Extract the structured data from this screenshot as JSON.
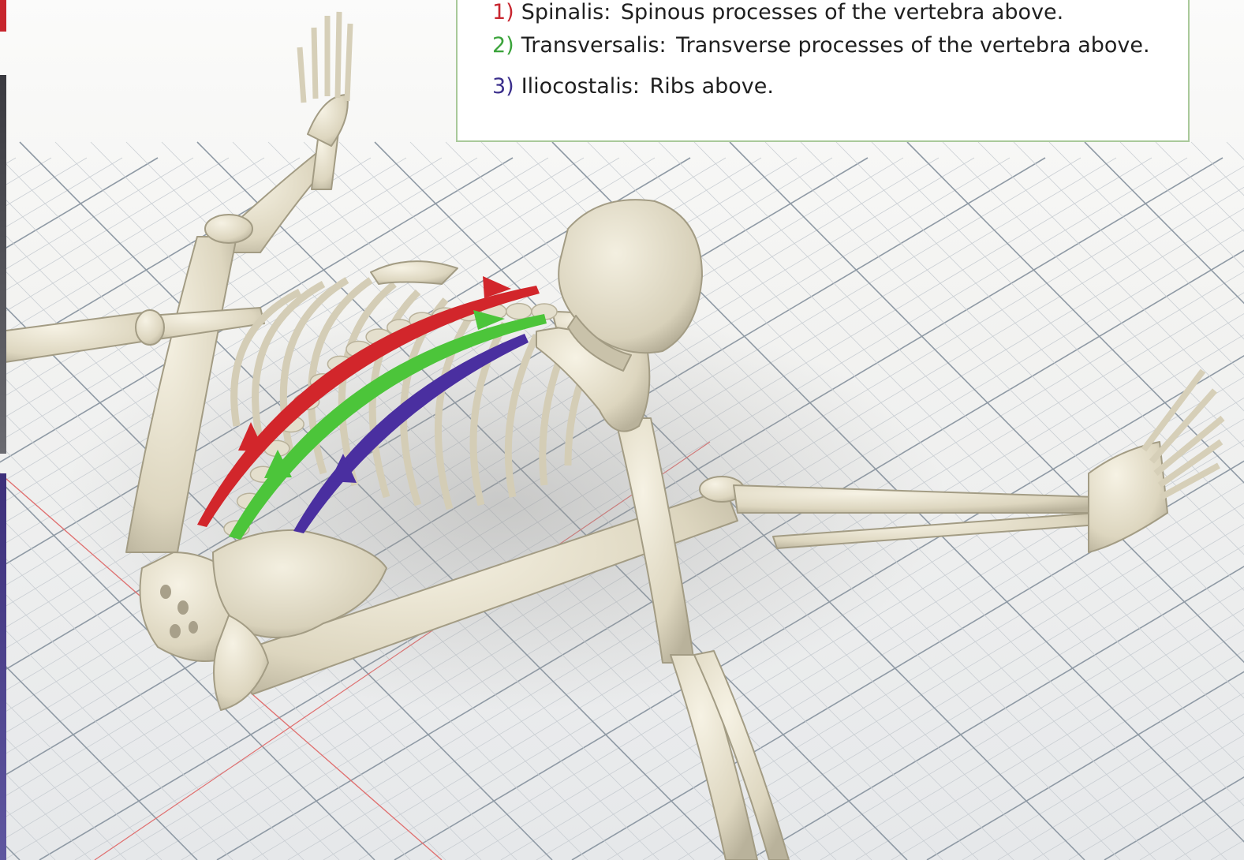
{
  "legend": {
    "items": [
      {
        "number": "1)",
        "muscle": "Spinalis:",
        "attachment": "Spinous processes of the vertebra above.",
        "color": "#c8262f"
      },
      {
        "number": "2)",
        "muscle": "Transversalis:",
        "attachment": "Transverse processes of the vertebra above.",
        "color": "#3aa33a"
      },
      {
        "number": "3)",
        "muscle": "Iliocostalis:",
        "attachment": "Ribs above.",
        "color": "#3b2f8c"
      }
    ]
  },
  "arrows": {
    "spinalis_color": "#d2262b",
    "transversalis_color": "#4cc53a",
    "iliocostalis_color": "#4a2fa0"
  },
  "colors": {
    "bone": "#e4dfcd",
    "bone_shadow": "#b9b29b",
    "grid_line": "#c9ced3",
    "grid_major": "#8f9aa5",
    "grid_red": "#e07070",
    "legend_border": "#a9c99a"
  }
}
